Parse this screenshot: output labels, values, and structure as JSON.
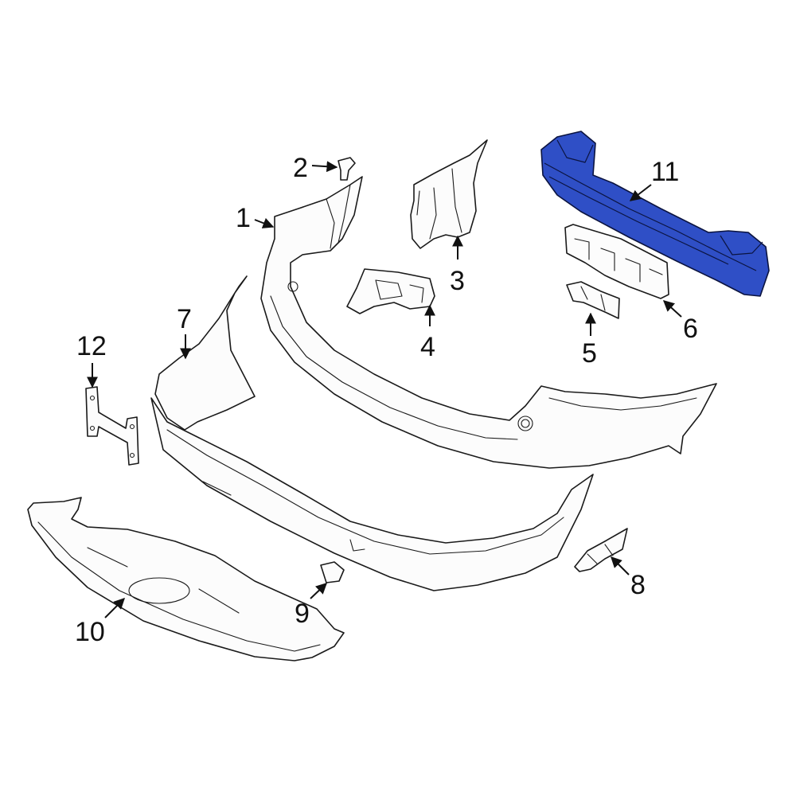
{
  "diagram": {
    "highlight_color": "#2f4fc6",
    "callouts": [
      {
        "id": "1",
        "label": "1"
      },
      {
        "id": "2",
        "label": "2"
      },
      {
        "id": "3",
        "label": "3"
      },
      {
        "id": "4",
        "label": "4"
      },
      {
        "id": "5",
        "label": "5"
      },
      {
        "id": "6",
        "label": "6"
      },
      {
        "id": "7",
        "label": "7"
      },
      {
        "id": "8",
        "label": "8"
      },
      {
        "id": "9",
        "label": "9"
      },
      {
        "id": "10",
        "label": "10"
      },
      {
        "id": "11",
        "label": "11"
      },
      {
        "id": "12",
        "label": "12"
      }
    ]
  }
}
